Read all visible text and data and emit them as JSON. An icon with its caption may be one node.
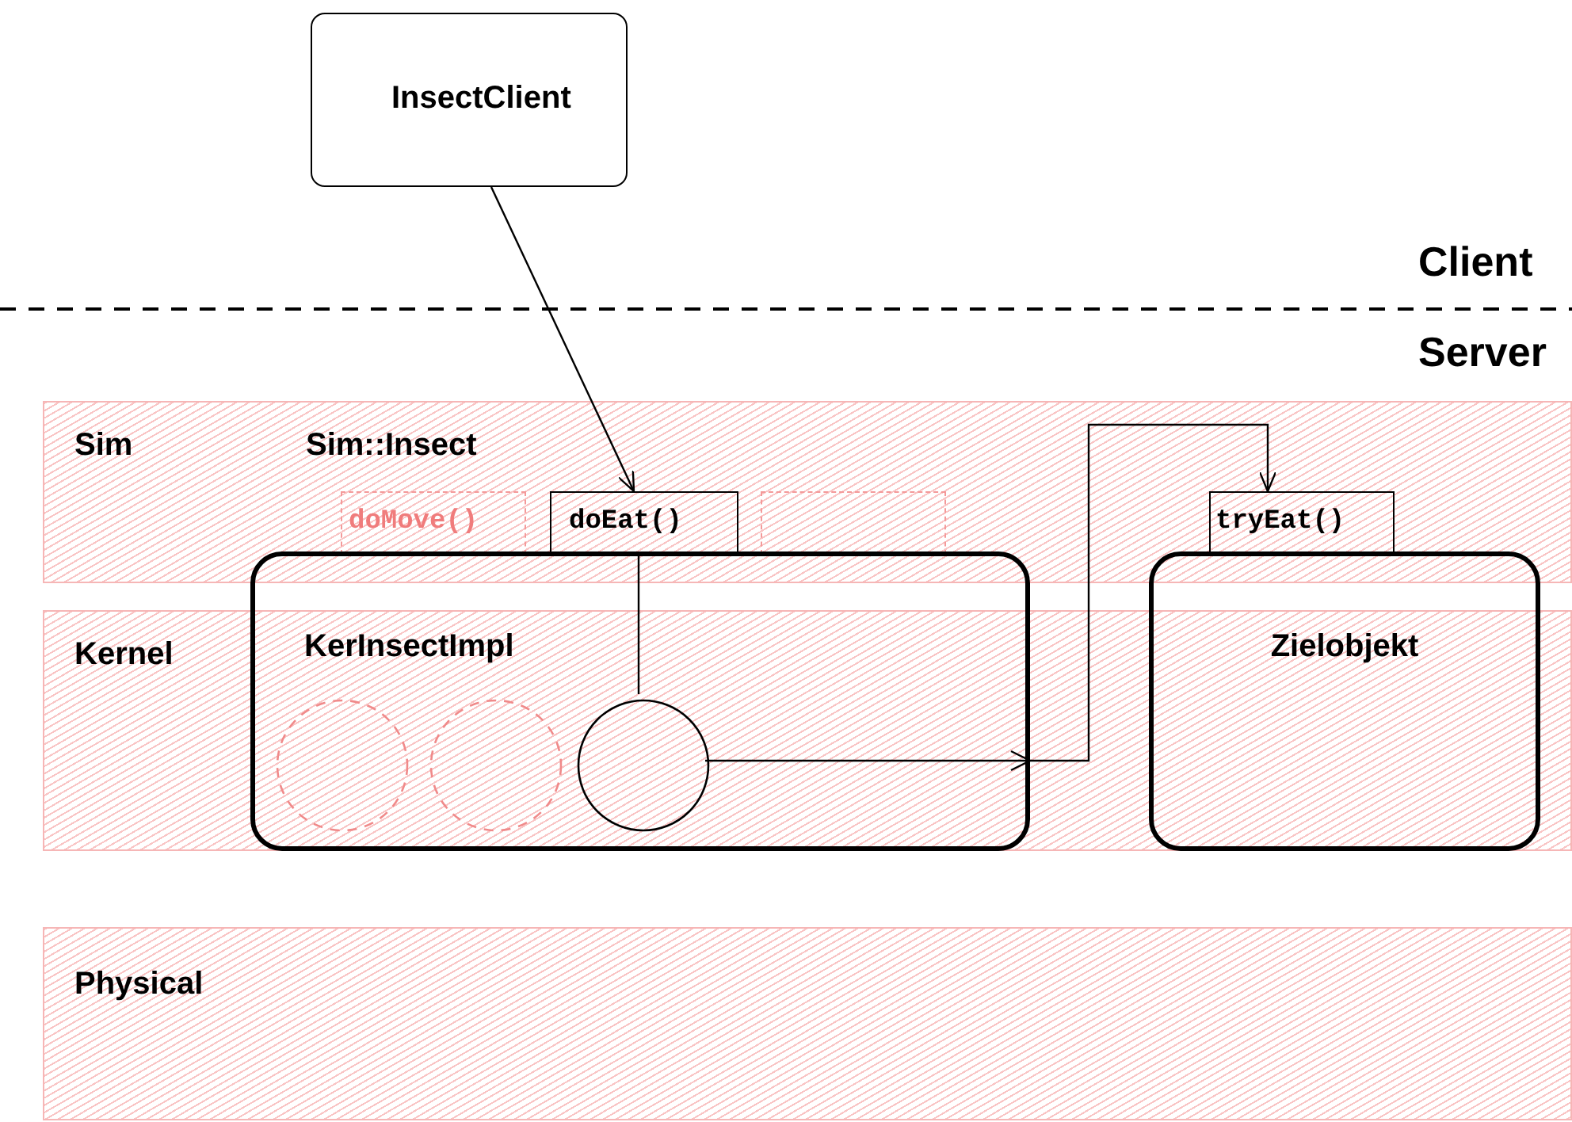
{
  "diagram": {
    "nodes": [
      {
        "text": [
          "InsectClient"
        ]
      },
      {
        "text": [
          "doMove()"
        ]
      },
      {
        "text": [
          "doEat()"
        ]
      },
      {
        "text": [],
        "shape": "box"
      },
      {
        "text": [
          "tryEat()"
        ]
      },
      {
        "text": [
          "KerInsectImpl"
        ]
      },
      {
        "text": [],
        "shape": "circle",
        "in": 5
      },
      {
        "text": [],
        "shape": "circle",
        "in": 5
      },
      {
        "text": [],
        "shape": "circle",
        "in": 5
      },
      {
        "text": [
          "Zielobjekt"
        ]
      }
    ],
    "edges": [
      {
        "from": 0,
        "to": 2,
        "arrow": "to"
      },
      {
        "from": 2,
        "to": 8,
        "arrow": "none"
      },
      {
        "from": 8,
        "to": 4,
        "arrow": "to"
      }
    ],
    "labels": [
      "Client",
      "Server",
      "Sim",
      "Sim::Insect",
      "Kernel",
      "Physical"
    ]
  }
}
